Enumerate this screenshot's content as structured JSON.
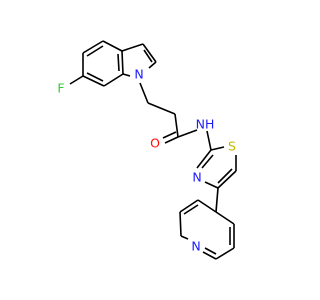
{
  "molecule": {
    "atoms": {
      "fluorine": {
        "symbol": "F",
        "color": "#33cc33"
      },
      "indole_n": {
        "symbol": "N",
        "color": "#1c1cff"
      },
      "oxygen": {
        "symbol": "O",
        "color": "#ff0d0d"
      },
      "amide_nh": {
        "symbol": "NH",
        "color": "#1c1cff"
      },
      "thiazole_s": {
        "symbol": "S",
        "color": "#c8b400"
      },
      "thiazole_n": {
        "symbol": "N",
        "color": "#1c1cff"
      },
      "pyridine_n": {
        "symbol": "N",
        "color": "#1c1cff"
      }
    }
  }
}
